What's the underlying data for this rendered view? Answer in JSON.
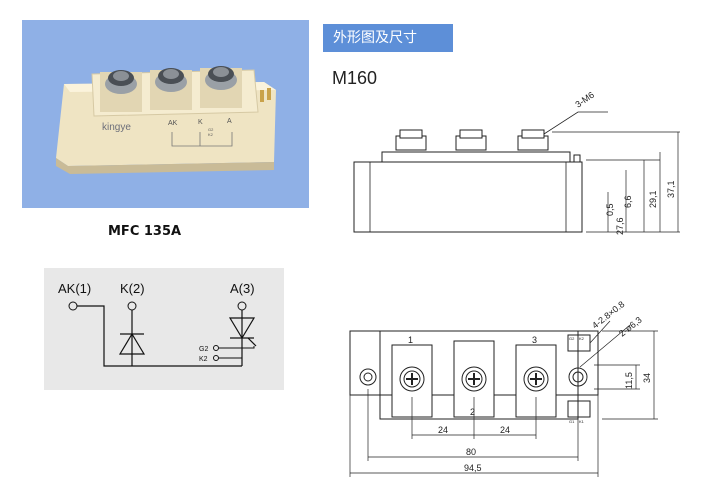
{
  "header": {
    "title": "外形图及尺寸"
  },
  "model": "M160",
  "photo": {
    "caption": "MFC 135A",
    "brand": "kingye",
    "terminal_labels": [
      "AK",
      "K",
      "A"
    ],
    "printed_codes": [
      "G2",
      "K2"
    ]
  },
  "circuit": {
    "terminals": [
      "AK(1)",
      "K(2)",
      "A(3)"
    ],
    "gate_labels": [
      "G2",
      "K2"
    ]
  },
  "side_view": {
    "thread_label": "3-M6",
    "dims": [
      "0,5",
      "6,6",
      "27,6",
      "29,1",
      "37,1"
    ]
  },
  "top_view": {
    "terminal_numbers": [
      "1",
      "2",
      "3"
    ],
    "hole_labels": [
      "4-2.8×0.8",
      "2-ø6,3"
    ],
    "small_labels": [
      "G2",
      "K2",
      "G1",
      "K1"
    ],
    "dims": [
      "24",
      "24",
      "80",
      "94,5",
      "11,5",
      "34"
    ]
  },
  "colors": {
    "tab": "#5d8fd8",
    "photo_bg": "#8fb0e6",
    "circuit_bg": "#e8e8e8"
  }
}
